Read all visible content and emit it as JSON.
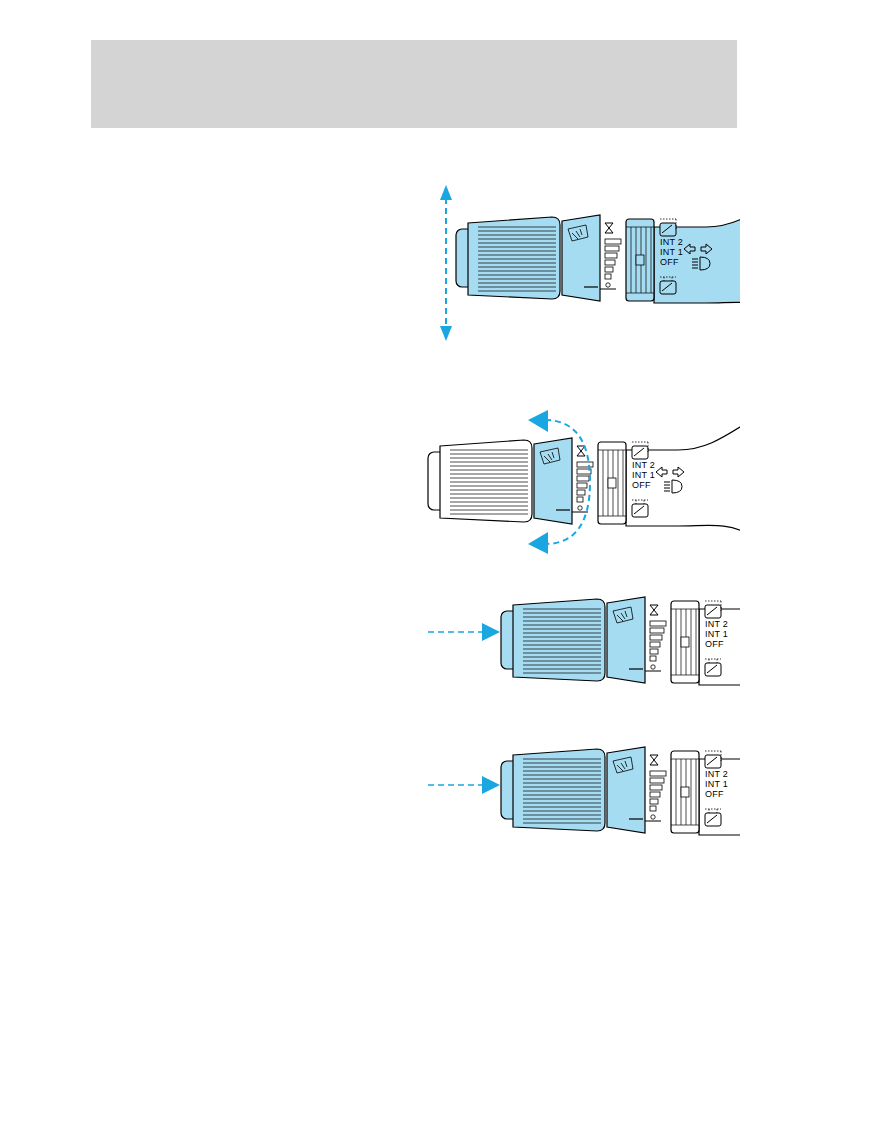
{
  "diagram": {
    "labels": [
      "INT 2",
      "INT 1",
      "OFF",
      "INT 2",
      "INT 1",
      "OFF",
      "INT 2",
      "INT 1",
      "OFF",
      "INT 2",
      "INT 1",
      "OFF"
    ]
  }
}
